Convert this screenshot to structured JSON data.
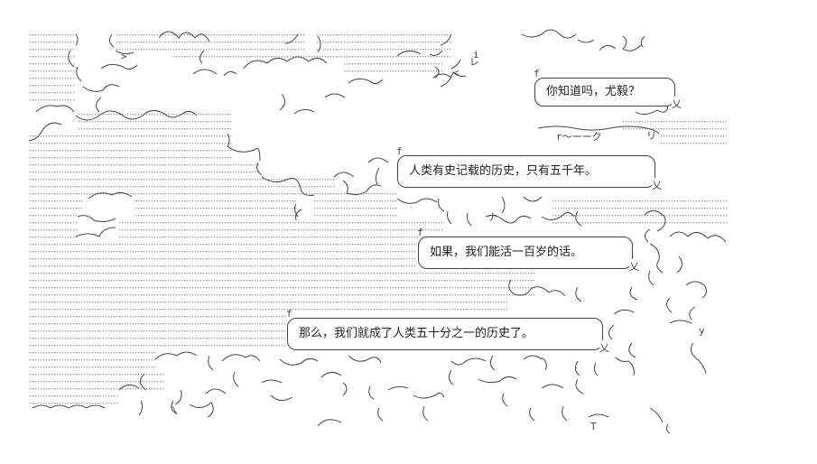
{
  "panel": {
    "bubbles": [
      {
        "text": "你知道吗，尤毅？"
      },
      {
        "text": "人类有史记载的历史，只有五千年。"
      },
      {
        "text": "如果，我们能活一百岁的话。"
      },
      {
        "text": "那么，我们就成了人类五十分之一的历史了。"
      }
    ]
  },
  "colors": {
    "line": "#444444",
    "dots": "#9a9a9a",
    "background": "#ffffff"
  }
}
